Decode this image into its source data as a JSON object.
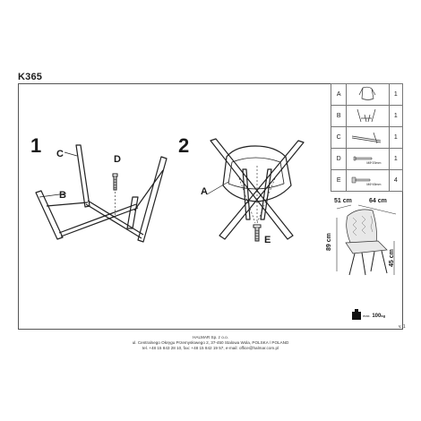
{
  "model_code": "K365",
  "steps": {
    "step1": "1",
    "step2": "2"
  },
  "callouts": {
    "c": "C",
    "b": "B",
    "d": "D",
    "a": "A",
    "e": "E"
  },
  "parts": [
    {
      "letter": "A",
      "qty": "1",
      "icon": "seat-shell-icon",
      "note": ""
    },
    {
      "letter": "B",
      "qty": "1",
      "icon": "leg-frame-icon",
      "note": ""
    },
    {
      "letter": "C",
      "qty": "1",
      "icon": "cross-bar-icon",
      "note": ""
    },
    {
      "letter": "D",
      "qty": "1",
      "icon": "bolt-icon",
      "note": "M8*20mm"
    },
    {
      "letter": "E",
      "qty": "4",
      "icon": "screw-icon",
      "note": "M6*45mm"
    }
  ],
  "dimensions": {
    "depth": "51 cm",
    "width": "64 cm",
    "height": "89 cm",
    "seat_height": "45 cm"
  },
  "max_load": {
    "label": "max.",
    "value": "100",
    "unit": "kg"
  },
  "version": "v. 1",
  "footer": {
    "company": "HALMAR Sp. z o.o.",
    "address": "ul. Centralnego Okręgu Przemysłowego 2, 37-450 Stalowa Wola, POLSKA / POLAND",
    "contact": "tel. +48 15 843 28 10, fax: +48 15 842 19 57, e-mail: office@halmar.com.pl"
  }
}
